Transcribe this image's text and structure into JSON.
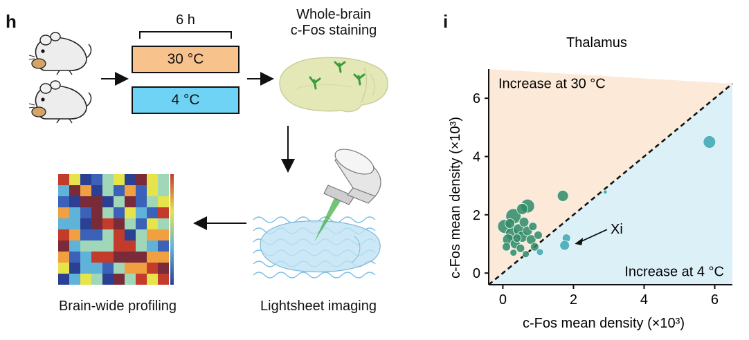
{
  "panel_h": {
    "letter": "h",
    "duration_label": "6 h",
    "warm_condition": "30 °C",
    "cold_condition": "4 °C",
    "staining_title": [
      "Whole-brain",
      "c-Fos staining"
    ],
    "profiling_label": "Brain-wide profiling",
    "imaging_label": "Lightsheet imaging",
    "colors": {
      "warm": "#f8c28c",
      "cold": "#6fd3f5",
      "brain": "#e3e8b6",
      "neuron": "#3c9b3c"
    }
  },
  "panel_i": {
    "letter": "i",
    "chart_data": {
      "type": "scatter",
      "title": "Thalamus",
      "xlabel": "c-Fos mean density (×10³)",
      "ylabel": "c-Fos mean density (×10³)",
      "xlim": [
        -0.4,
        6.5
      ],
      "ylim": [
        -0.4,
        7.0
      ],
      "xticks": [
        0,
        2,
        4,
        6
      ],
      "yticks": [
        0,
        2,
        4,
        6
      ],
      "grid": false,
      "region_labels": {
        "upper": "Increase at 30 °C",
        "lower": "Increase at 4 °C"
      },
      "region_colors": {
        "upper": "#fce9d8",
        "lower": "#dcf0f8"
      },
      "point_color_dark": "#2e8a67",
      "point_color_light": "#3aa7b3",
      "annotation": {
        "text": "Xi",
        "x": 1.8,
        "y": 1.05
      },
      "points": [
        {
          "x": 0.05,
          "y": 1.6,
          "s": 10
        },
        {
          "x": 0.3,
          "y": 1.95,
          "s": 11
        },
        {
          "x": 0.7,
          "y": 2.3,
          "s": 10
        },
        {
          "x": 0.55,
          "y": 2.2,
          "s": 8
        },
        {
          "x": 1.7,
          "y": 2.65,
          "s": 8
        },
        {
          "x": 0.25,
          "y": 1.35,
          "s": 9
        },
        {
          "x": 0.45,
          "y": 1.5,
          "s": 8
        },
        {
          "x": 0.15,
          "y": 1.15,
          "s": 8
        },
        {
          "x": 0.55,
          "y": 1.25,
          "s": 8
        },
        {
          "x": 0.35,
          "y": 1.0,
          "s": 7
        },
        {
          "x": 0.7,
          "y": 1.45,
          "s": 7
        },
        {
          "x": 0.8,
          "y": 1.15,
          "s": 7
        },
        {
          "x": 0.1,
          "y": 0.9,
          "s": 6
        },
        {
          "x": 0.5,
          "y": 0.85,
          "s": 6
        },
        {
          "x": 0.9,
          "y": 0.9,
          "s": 6
        },
        {
          "x": 0.3,
          "y": 0.7,
          "s": 5
        },
        {
          "x": 0.65,
          "y": 0.65,
          "s": 5
        },
        {
          "x": 0.2,
          "y": 1.7,
          "s": 7
        },
        {
          "x": 0.6,
          "y": 1.75,
          "s": 7
        },
        {
          "x": 1.0,
          "y": 1.3,
          "s": 6
        },
        {
          "x": 0.4,
          "y": 1.2,
          "s": 6
        },
        {
          "x": 0.85,
          "y": 1.6,
          "s": 6
        },
        {
          "x": 1.8,
          "y": 1.2,
          "s": 6
        },
        {
          "x": 1.75,
          "y": 0.95,
          "s": 7
        },
        {
          "x": 1.05,
          "y": 0.72,
          "s": 5
        },
        {
          "x": 2.9,
          "y": 2.78,
          "s": 3
        },
        {
          "x": 5.85,
          "y": 4.5,
          "s": 9
        }
      ]
    }
  }
}
